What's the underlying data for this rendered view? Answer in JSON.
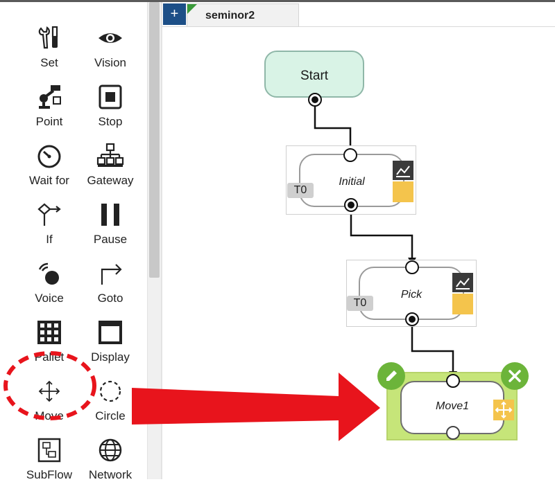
{
  "tab": {
    "add_label": "+",
    "name": "seminor2"
  },
  "palette": {
    "items": [
      {
        "label": "Set",
        "icon": "wrench-screwdriver-icon"
      },
      {
        "label": "Vision",
        "icon": "eye-icon"
      },
      {
        "label": "Point",
        "icon": "robot-arm-icon"
      },
      {
        "label": "Stop",
        "icon": "stop-icon"
      },
      {
        "label": "Wait for",
        "icon": "clock-icon"
      },
      {
        "label": "Gateway",
        "icon": "hierarchy-icon"
      },
      {
        "label": "If",
        "icon": "branch-icon"
      },
      {
        "label": "Pause",
        "icon": "pause-icon"
      },
      {
        "label": "Voice",
        "icon": "voice-icon"
      },
      {
        "label": "Goto",
        "icon": "goto-arrow-icon"
      },
      {
        "label": "Pallet",
        "icon": "pallet-grid-icon"
      },
      {
        "label": "Display",
        "icon": "display-icon"
      },
      {
        "label": "Move",
        "icon": "move-arrows-icon"
      },
      {
        "label": "Circle",
        "icon": "circle-dashed-icon"
      },
      {
        "label": "SubFlow",
        "icon": "subflow-icon"
      },
      {
        "label": "Network",
        "icon": "globe-icon"
      }
    ]
  },
  "flow": {
    "start_label": "Start",
    "nodes": [
      {
        "label": "Initial",
        "badge": "T0"
      },
      {
        "label": "Pick",
        "badge": "T0"
      },
      {
        "label": "Move1"
      }
    ]
  },
  "colors": {
    "accent_tab": "#1d4f87",
    "node_selected": "#c6e579",
    "action_green": "#6cb43a",
    "highlight_red": "#e8141c",
    "icon_yellow": "#f4c44c",
    "start_fill": "#d9f3e6"
  }
}
